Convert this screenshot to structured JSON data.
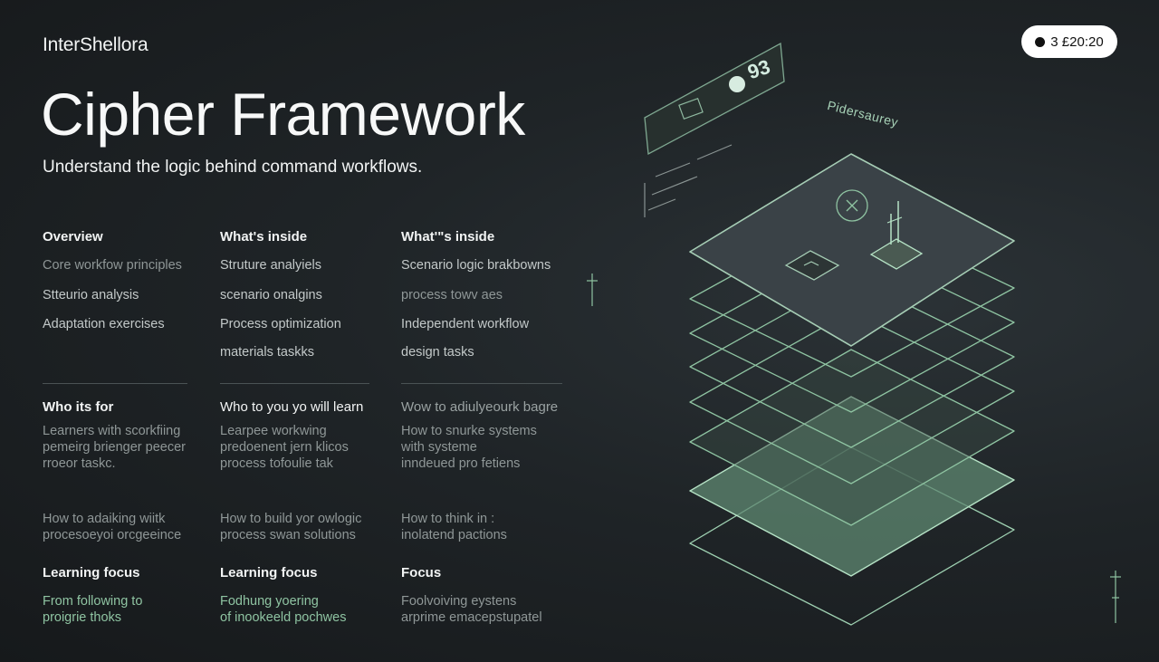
{
  "brand": "InterShellora",
  "title": "Cipher Framework",
  "subtitle": "Understand the logic behind command workflows.",
  "badge": {
    "text": "3 £20:20"
  },
  "illustration": {
    "label": "Pidersaurey",
    "tag": "93"
  },
  "columns": [
    {
      "heading": "Overview",
      "items": [
        "Core workfow principles",
        "Stteurio analysis",
        "Adaptation exercises"
      ],
      "who_heading": "Who its for",
      "who_text": "Learners with scorkfiing\npemeirg brienger peecer\nrroeor taskc.",
      "how_text": "How to adaiking wiitk\nprocesoeyoi orcgeeince",
      "focus_heading": "Learning focus",
      "focus_text": "From following to\nproigrie thoks"
    },
    {
      "heading": "What's inside",
      "items": [
        "Struture analyiels",
        "scenario onalgins",
        "Process optimization",
        "materials taskks"
      ],
      "who_heading": "Who to you yo will learn",
      "who_text": "Learpee workwing\npredoenent jern klicos\nprocess tofoulie tak",
      "how_text": "How to build yor owlogic\nprocess swan solutions",
      "focus_heading": "Learning focus",
      "focus_text": "Fodhung yoering\nof inookeeld pochwes"
    },
    {
      "heading": "What'\"s inside",
      "items": [
        "Scenario logic brakbowns",
        "process towv aes",
        "Independent workflow",
        "design tasks"
      ],
      "who_heading": "Wow to adiulyeourk bagre",
      "who_text": "How to snurke systems\nwith systeme\ninndeued pro fetiens",
      "how_text": "How to think in :\ninolatend pactions",
      "focus_heading": "Focus",
      "focus_text": "Foolvoiving eystens\narprime emacepstupatel"
    }
  ]
}
